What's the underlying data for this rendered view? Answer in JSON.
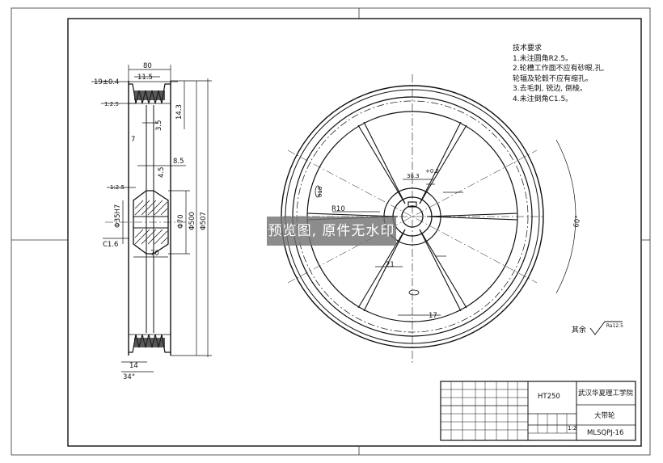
{
  "notes": {
    "title": "技术要求",
    "items": [
      "1.未注圆角R2.5。",
      "2.轮槽工作面不应有砂眼,孔,",
      "轮辐及轮毂不应有缩孔。",
      "3.去毛刺, 锐边, 倒棱。",
      "4.未注倒角C1.5。"
    ]
  },
  "watermark": "预览图, 原件无水印",
  "roughness": {
    "label": "其余",
    "value": "Ra12.5"
  },
  "title_block": {
    "material": "HT250",
    "school": "武汉华夏理工学院",
    "part_name": "大带轮",
    "scale": "1:2",
    "drawing_no": "MLSQPJ-16"
  },
  "dimensions": {
    "width_80": "80",
    "groove_19": "19±0.4",
    "groove_11_5": "11.5",
    "slope_1_2_5": "1:2.5",
    "d14_3": "14.3",
    "d3_5": "3.5",
    "d7": "7",
    "d8_5": "8.5",
    "d4_5": "4.5",
    "slope_1_2_5_b": "1:2.5",
    "bore": "Φ35H7",
    "hub": "Φ70",
    "d500": "Φ500",
    "d507": "Φ507",
    "c1_6": "C1.6",
    "hub_len_70": "70",
    "d14": "14",
    "angle_34": "34°",
    "r10": "R10",
    "d21": "21",
    "d17": "17",
    "keyway": "38.3",
    "keyway_tol": "+0.2",
    "d18": "018",
    "angle_60": "60°"
  }
}
